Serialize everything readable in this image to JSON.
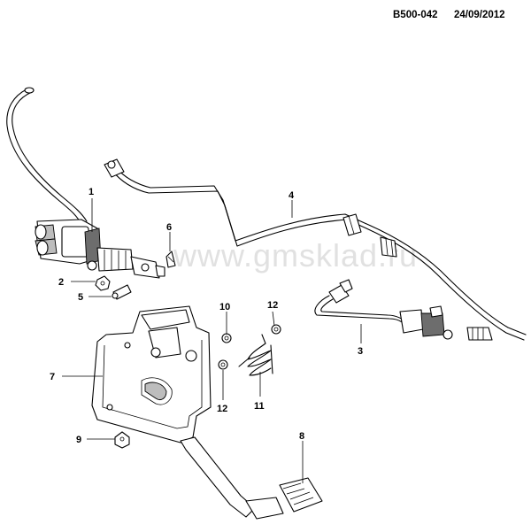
{
  "header": {
    "diagram_code": "B500-042",
    "date": "24/09/2012"
  },
  "watermark": "www.gmsklad.ru",
  "callouts": {
    "c1": "1",
    "c2": "2",
    "c3": "3",
    "c4": "4",
    "c5": "5",
    "c6": "6",
    "c7": "7",
    "c8": "8",
    "c9": "9",
    "c10": "10",
    "c11": "11",
    "c12a": "12",
    "c12b": "12"
  }
}
